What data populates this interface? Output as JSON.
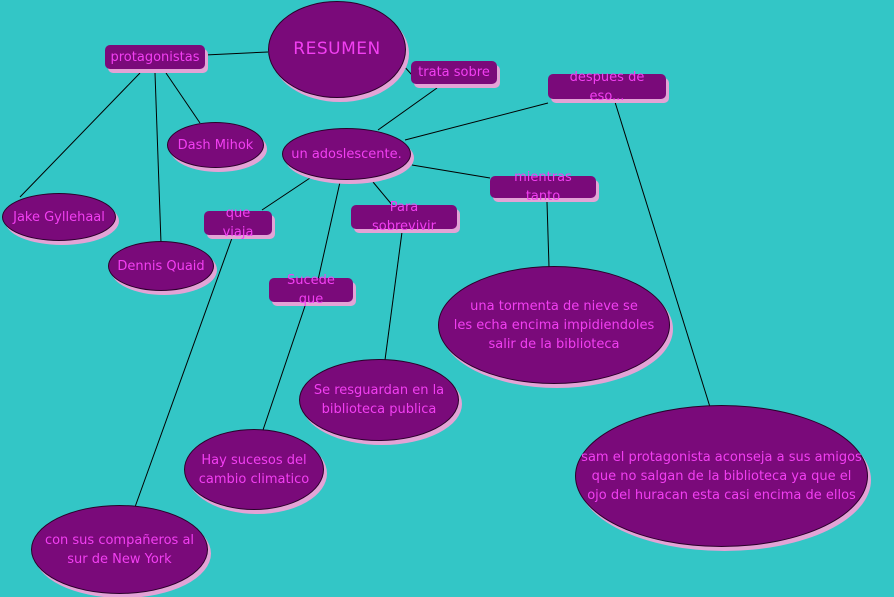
{
  "nodes": {
    "resumen": "RESUMEN",
    "protagonistas": "protagonistas",
    "trata_sobre": "trata sobre",
    "despues": "despues de eso...",
    "dash": "Dash Mihok",
    "adolescente": "un adoslescente.",
    "mientras": "mientras tanto",
    "jake": "Jake Gyllehaal",
    "viaja": "que viaja",
    "sobrevivir": "Para sobrevivir",
    "dennis": "Dennis Quaid",
    "sucede": "Sucede que",
    "tormenta": "una tormenta de nieve se\nles echa encima impidiendoles\nsalir de la biblioteca",
    "resguardan": "Se resguardan en la\nbiblioteca publica",
    "sucesos": "Hay sucesos del\ncambio climatico",
    "sam": "sam el protagonista aconseja a sus amigos\nque no salgan de la biblioteca ya que el\nojo del huracan esta casi encima de ellos",
    "companeros": "con sus compañeros al\nsur de New York"
  },
  "colors": {
    "background": "#33c6c6",
    "node_fill": "#7a0a7a",
    "node_text": "#f23ff2",
    "shadow": "#e3a3d6",
    "line": "#000000"
  }
}
